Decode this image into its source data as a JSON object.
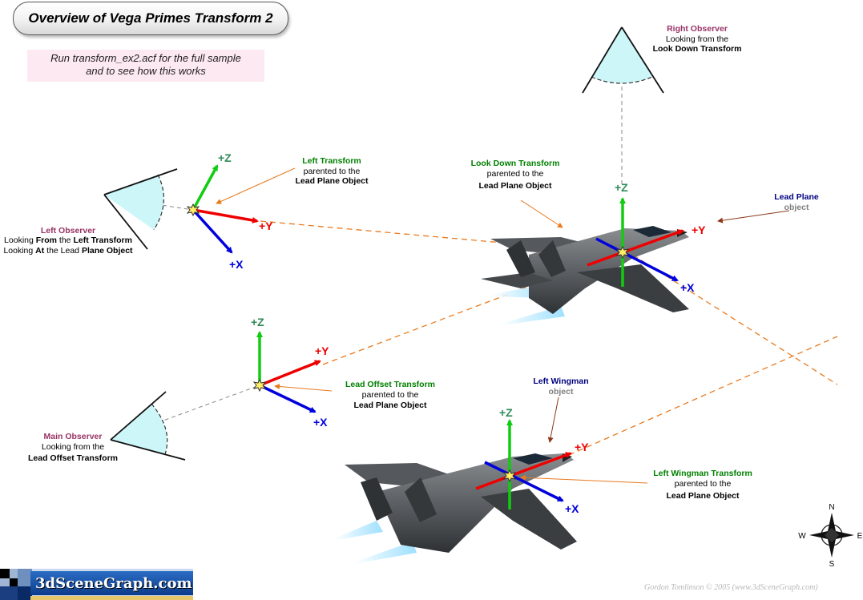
{
  "title": "Overview of Vega Primes Transform 2",
  "note": {
    "line1": "Run transform_ex2.acf for the full sample",
    "line2": "and to see how this works"
  },
  "axes": {
    "plus_x": "+X",
    "plus_y": "+Y",
    "plus_z": "+Z"
  },
  "labels": {
    "right_observer": {
      "title": "Right Observer",
      "line2": "Looking from the",
      "line3": "Look Down Transform"
    },
    "left_transform": {
      "title": "Left Transform",
      "line2": "parented to the",
      "line3": "Lead Plane Object"
    },
    "look_down_transform": {
      "title": "Look Down Transform",
      "line2": "parented to the",
      "line3": "Lead Plane Object"
    },
    "lead_plane": {
      "title": "Lead Plane",
      "sub": "object"
    },
    "left_observer": {
      "title": "Left Observer",
      "line2_a": "Looking ",
      "line2_b": "From",
      "line2_c": " the ",
      "line2_d": "Left Transform",
      "line3_a": "Looking ",
      "line3_b": "At",
      "line3_c": " the Lead ",
      "line3_d": "Plane Object"
    },
    "lead_offset_transform": {
      "title": "Lead Offset Transform",
      "line2": "parented to the",
      "line3": "Lead Plane Object"
    },
    "left_wingman": {
      "title": "Left Wingman",
      "sub": "object"
    },
    "main_observer": {
      "title": "Main Observer",
      "line2": "Looking from the",
      "line3": "Lead Offset Transform"
    },
    "left_wingman_transform": {
      "title": "Left Wingman Transform",
      "line2": "parented to the",
      "line3": "Lead Plane Object"
    }
  },
  "compass": {
    "n": "N",
    "s": "S",
    "e": "E",
    "w": "W"
  },
  "logo_text": "3dSceneGraph.com",
  "copyright": "Gordon Tomlinson © 2005 (www.3dSceneGraph.com)",
  "colors": {
    "observer_title": "#993366",
    "transform_title": "#008000",
    "object_title": "#000080",
    "object_sub": "#808080",
    "axis_x": "#0000dd",
    "axis_y": "#ee0000",
    "axis_z": "#11cc11",
    "dash_orange": "#e87a1e",
    "frustum_fill": "#cdf6f8"
  }
}
